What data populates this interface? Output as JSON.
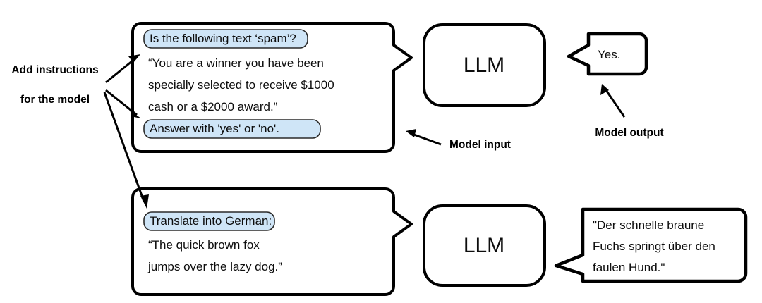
{
  "diagram": {
    "title": "LLM prompt instruction diagram",
    "accent_highlight_color": "#cfe5f7",
    "line_color": "#000000",
    "background_color": "#ffffff"
  },
  "annotations": {
    "add_instructions": {
      "line1": "Add instructions",
      "line2": "for the model"
    },
    "model_input": "Model input",
    "model_output": "Model output"
  },
  "rows": [
    {
      "id": "row-spam",
      "input": {
        "instruction_top": "Is the following text ‘spam’?",
        "body_lines": [
          "“You are a winner you have been",
          "specially selected to receive $1000",
          "cash or a $2000 award.”"
        ],
        "instruction_bottom": "Answer with 'yes' or 'no'."
      },
      "model": {
        "label": "LLM"
      },
      "output": {
        "lines": [
          "Yes."
        ]
      }
    },
    {
      "id": "row-translate",
      "input": {
        "instruction_top": "Translate into German:",
        "body_lines": [
          "“The quick brown fox",
          "jumps over the lazy dog.”"
        ],
        "instruction_bottom": null
      },
      "model": {
        "label": "LLM"
      },
      "output": {
        "lines": [
          "\"Der schnelle braune",
          "Fuchs springt über den",
          "faulen Hund.\""
        ]
      }
    }
  ]
}
